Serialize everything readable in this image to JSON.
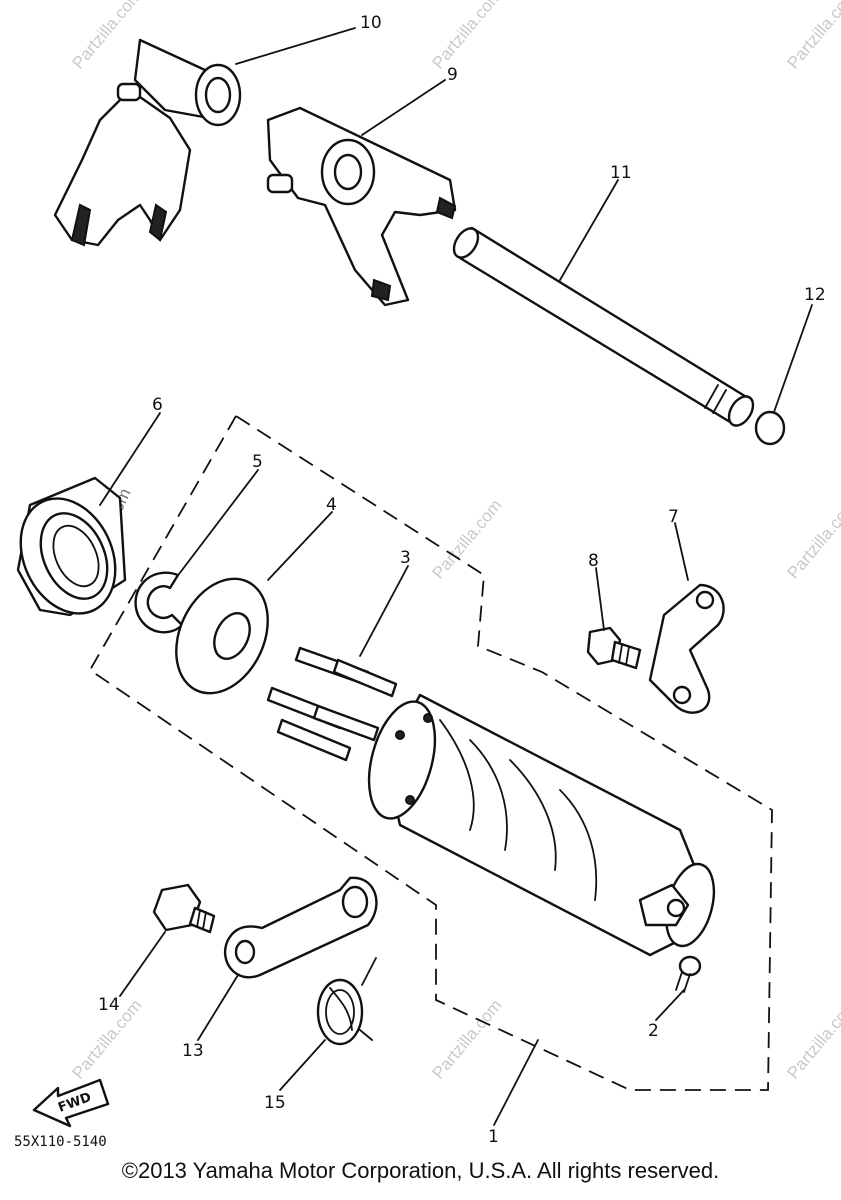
{
  "diagram_code": "55X110-5140",
  "copyright": "©2013 Yamaha Motor Corporation, U.S.A. All rights reserved.",
  "watermark": "Partzilla.com",
  "direction_label": "FWD",
  "callouts": {
    "c1": "1",
    "c2": "2",
    "c3": "3",
    "c4": "4",
    "c5": "5",
    "c6": "6",
    "c7": "7",
    "c8": "8",
    "c9": "9",
    "c10": "10",
    "c11": "11",
    "c12": "12",
    "c13": "13",
    "c14": "14",
    "c15": "15"
  }
}
